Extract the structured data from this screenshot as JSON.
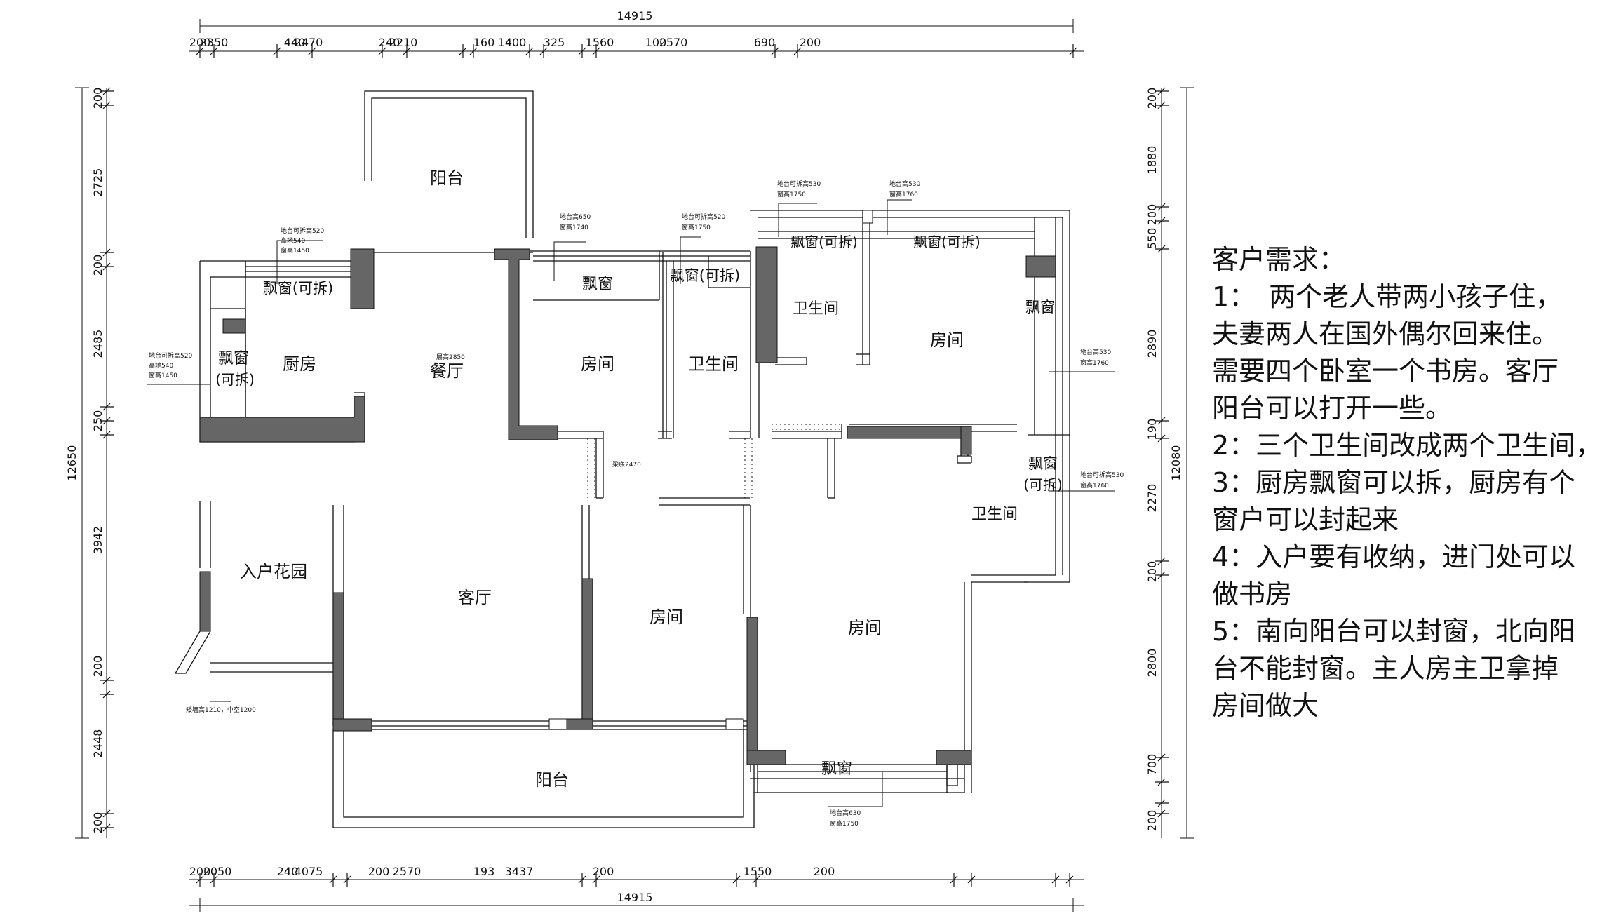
{
  "dims": {
    "top_total": "14915",
    "top": [
      "200",
      "2350",
      "440",
      "2470",
      "240",
      "2210",
      "160",
      "1400",
      "325",
      "1560",
      "100",
      "2570",
      "690",
      "200"
    ],
    "bottom_total": "14915",
    "bottom": [
      "200",
      "2050",
      "240",
      "4075",
      "200",
      "2570",
      "193",
      "3437",
      "200",
      "1550",
      "200"
    ],
    "left_total": "12650",
    "left": [
      "200",
      "2725",
      "200",
      "2485",
      "250",
      "3942",
      "200",
      "2448",
      "200"
    ],
    "right_total": "12080",
    "right": [
      "200",
      "1880",
      "200",
      "550",
      "2890",
      "190",
      "2270",
      "200",
      "2800",
      "700",
      "200"
    ]
  },
  "rooms": [
    {
      "text": "阳台"
    },
    {
      "text": "飘窗"
    },
    {
      "text": "飘窗(可拆)"
    },
    {
      "text": "飘窗(可拆)"
    },
    {
      "text": "飘窗(可拆)"
    },
    {
      "text": "飘窗(可拆)"
    },
    {
      "text": "飘窗"
    },
    {
      "text": "飘窗"
    },
    {
      "text": "(可拆)"
    },
    {
      "text": "厨房"
    },
    {
      "text": "餐厅"
    },
    {
      "text": "房间"
    },
    {
      "text": "卫生间"
    },
    {
      "text": "卫生间"
    },
    {
      "text": "房间"
    },
    {
      "text": "飘窗"
    },
    {
      "text": "(可拆)"
    },
    {
      "text": "卫生间"
    },
    {
      "text": "入户花园"
    },
    {
      "text": "客厅"
    },
    {
      "text": "房间"
    },
    {
      "text": "房间"
    },
    {
      "text": "阳台"
    },
    {
      "text": "飘窗"
    }
  ],
  "notes": [
    {
      "text": "地台可拆高520"
    },
    {
      "text": "高地540"
    },
    {
      "text": "窗高1450"
    },
    {
      "text": "地台可拆高520"
    },
    {
      "text": "高地540"
    },
    {
      "text": "窗高1450"
    },
    {
      "text": "层高2850"
    },
    {
      "text": "地台高650"
    },
    {
      "text": "窗高1740"
    },
    {
      "text": "地台可拆高520"
    },
    {
      "text": "窗高1750"
    },
    {
      "text": "地台可拆高530"
    },
    {
      "text": "窗高1750"
    },
    {
      "text": "地台高530"
    },
    {
      "text": "窗高1760"
    },
    {
      "text": "地台高530"
    },
    {
      "text": "窗高1760"
    },
    {
      "text": "梁底2470"
    },
    {
      "text": "地台可拆高530"
    },
    {
      "text": "窗高1760"
    },
    {
      "text": "矮墙高1210，中空1200"
    },
    {
      "text": "地台高630"
    },
    {
      "text": "窗高1750"
    }
  ],
  "requirements": {
    "lines": [
      "客户需求：",
      "1：　两个老人带两小孩子住，",
      "夫妻两人在国外偶尔回来住。",
      "需要四个卧室一个书房。客厅",
      "阳台可以打开一些。",
      "2：三个卫生间改成两个卫生间，",
      "3：厨房飘窗可以拆，厨房有个",
      "窗户可以封起来",
      "4：入户要有收纳，进门处可以",
      "做书房",
      "5：南向阳台可以封窗，北向阳",
      "台不能封窗。主人房主卫拿掉",
      "房间做大"
    ]
  },
  "colors": {
    "line": "#111111",
    "wall": "#666666",
    "background": "#ffffff"
  }
}
